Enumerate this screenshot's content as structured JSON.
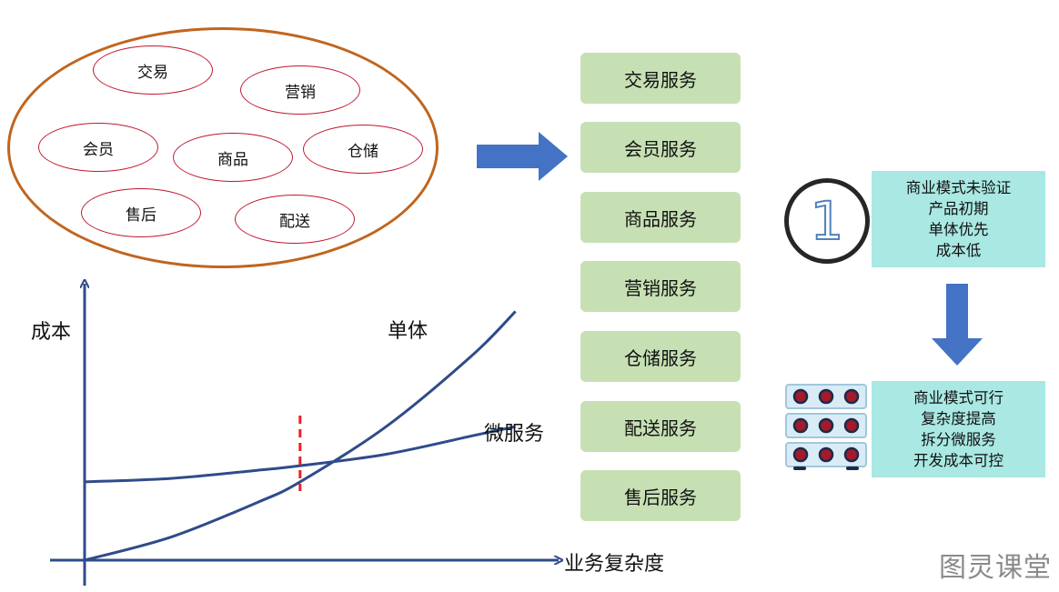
{
  "monolith": {
    "modules": [
      {
        "id": "jiaoyi",
        "label": "交易"
      },
      {
        "id": "yingxiao",
        "label": "营销"
      },
      {
        "id": "huiyuan",
        "label": "会员"
      },
      {
        "id": "shangpin",
        "label": "商品"
      },
      {
        "id": "cangchu",
        "label": "仓储"
      },
      {
        "id": "shouhou",
        "label": "售后"
      },
      {
        "id": "peisong",
        "label": "配送"
      }
    ]
  },
  "services": [
    "交易服务",
    "会员服务",
    "商品服务",
    "营销服务",
    "仓储服务",
    "配送服务",
    "售后服务"
  ],
  "stage": {
    "number": "1",
    "early_notes": [
      "商业模式未验证",
      "产品初期",
      "单体优先",
      "成本低"
    ],
    "mature_notes": [
      "商业模式可行",
      "复杂度提高",
      "拆分微服务",
      "开发成本可控"
    ]
  },
  "chart_data": {
    "type": "line",
    "ylabel": "成本",
    "xlabel": "业务复杂度",
    "series": [
      {
        "name": "单体",
        "x": [
          0,
          2,
          4,
          5,
          7,
          9,
          10
        ],
        "y": [
          0,
          1.0,
          2.5,
          3.4,
          5.8,
          8.9,
          10.8
        ]
      },
      {
        "name": "微服务",
        "x": [
          0,
          2,
          4,
          5,
          7,
          9,
          10
        ],
        "y": [
          3.4,
          3.55,
          3.9,
          4.1,
          4.6,
          5.4,
          5.8
        ]
      }
    ],
    "crossover_x": 5,
    "xlim": [
      0,
      11
    ],
    "ylim": [
      0,
      12
    ],
    "colors": {
      "curve": "#2f4b8a",
      "axis": "#2f4b8a",
      "crossover": "#e8202a"
    }
  },
  "watermark": "图灵课堂",
  "colors": {
    "monolith_border": "#c0651f",
    "module_border": "#c0172f",
    "service_fill": "#c6e0b4",
    "note_fill": "#a9e8e3",
    "arrow_fill": "#4472c4"
  }
}
